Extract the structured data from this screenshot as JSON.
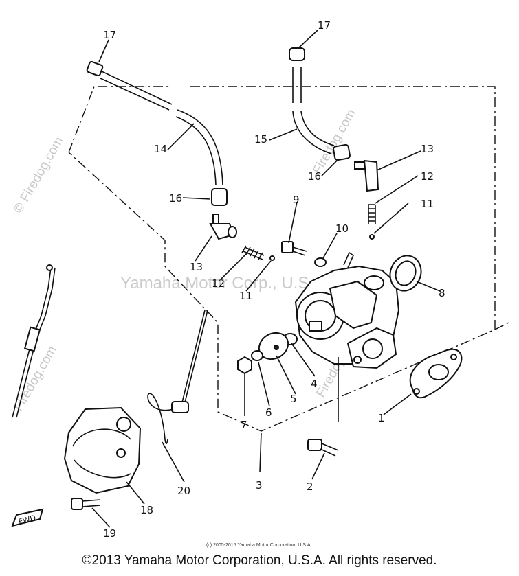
{
  "diagram": {
    "callouts": [
      "17",
      "17",
      "14",
      "15",
      "16",
      "13",
      "16",
      "12",
      "9",
      "10",
      "11",
      "13",
      "12",
      "11",
      "8",
      "4",
      "5",
      "6",
      "7",
      "1",
      "2",
      "3",
      "20",
      "18",
      "19"
    ],
    "fwd_label": "FWD",
    "watermark_main": "Yamaha Motor Corp., U.S.A.",
    "watermark_site": "© Firedog.com",
    "watermark_site_short": "Firedog.com",
    "small_copyright": "(c) 2005-2015 Yamaha Motor Corporation, U.S.A."
  },
  "footer": {
    "copyright": "©2013 Yamaha Motor Corporation, U.S.A. All rights reserved."
  }
}
